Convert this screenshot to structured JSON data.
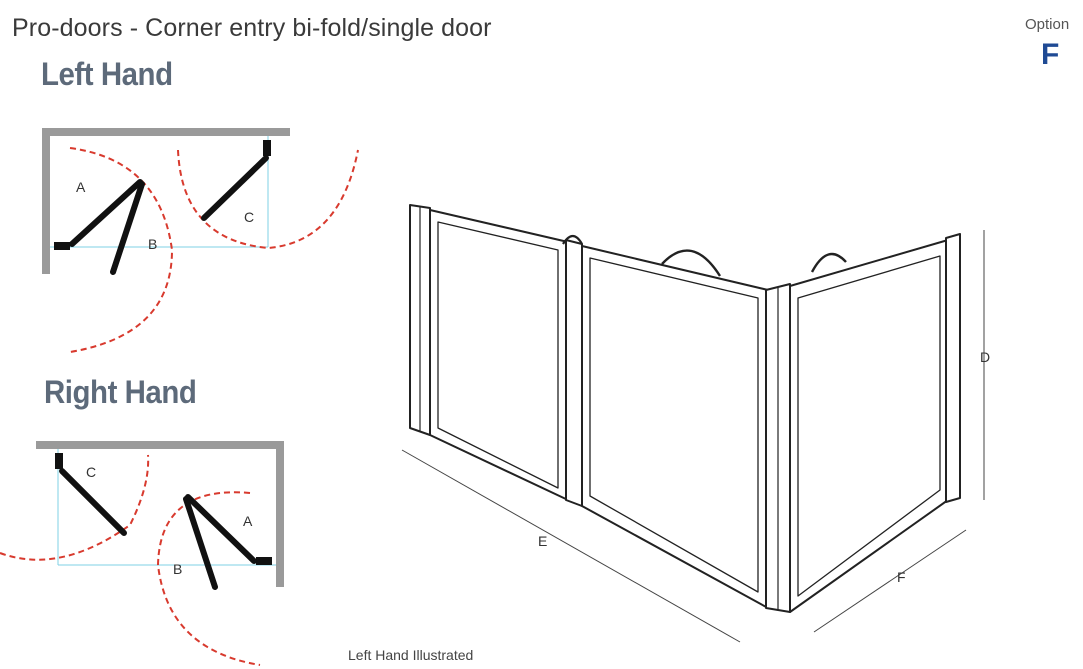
{
  "header": {
    "title": "Pro-doors - Corner entry bi-fold/single door",
    "option_label": "Option",
    "option_letter": "F"
  },
  "sections": {
    "left_hand": "Left Hand",
    "right_hand": "Right Hand"
  },
  "left_plan": {
    "labels": {
      "a": "A",
      "b": "B",
      "c": "C"
    }
  },
  "right_plan": {
    "labels": {
      "a": "A",
      "b": "B",
      "c": "C"
    }
  },
  "illustration": {
    "dimensions": {
      "d": "D",
      "e": "E",
      "f": "F"
    },
    "caption": "Left Hand Illustrated"
  },
  "colors": {
    "heading": "#5d6a7a",
    "option_letter": "#1f4a94",
    "wall": "#9a9a9a",
    "swing_arc": "#d83a2e",
    "guide_line": "#7fd0e6",
    "door_leaf": "#111111"
  }
}
